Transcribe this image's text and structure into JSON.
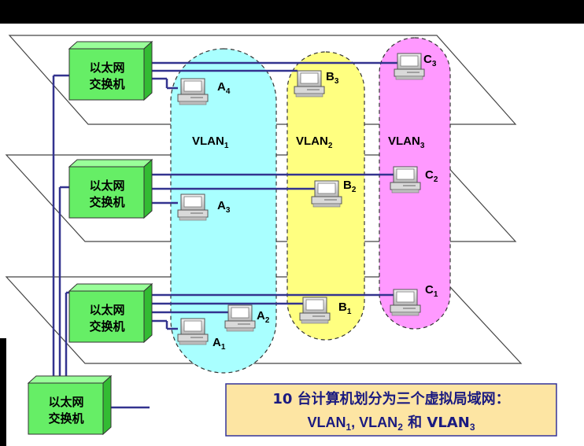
{
  "switch_label_line1": "以太网",
  "switch_label_line2": "交换机",
  "vlans": [
    {
      "name": "VLAN",
      "sub": "1",
      "color": "#a9ffff"
    },
    {
      "name": "VLAN",
      "sub": "2",
      "color": "#ffff80"
    },
    {
      "name": "VLAN",
      "sub": "3",
      "color": "#ff99ff"
    }
  ],
  "computers": [
    {
      "id": "A4",
      "letter": "A",
      "sub": "4"
    },
    {
      "id": "B3",
      "letter": "B",
      "sub": "3"
    },
    {
      "id": "C3",
      "letter": "C",
      "sub": "3"
    },
    {
      "id": "A3",
      "letter": "A",
      "sub": "3"
    },
    {
      "id": "B2",
      "letter": "B",
      "sub": "2"
    },
    {
      "id": "C2",
      "letter": "C",
      "sub": "2"
    },
    {
      "id": "A2",
      "letter": "A",
      "sub": "2"
    },
    {
      "id": "A1",
      "letter": "A",
      "sub": "1"
    },
    {
      "id": "B1",
      "letter": "B",
      "sub": "1"
    },
    {
      "id": "C1",
      "letter": "C",
      "sub": "1"
    }
  ],
  "caption": {
    "line1": "10 台计算机划分为三个虚拟局域网：",
    "line2_parts": [
      "VLAN",
      "1",
      ", VLAN",
      "2",
      " 和 VLAN",
      "3"
    ]
  },
  "colors": {
    "switch_green": "#66ee66",
    "wire_blue": "#33338f",
    "caption_bg": "#fde5a3",
    "caption_border": "#333399",
    "text_blue": "#1a1a80"
  }
}
